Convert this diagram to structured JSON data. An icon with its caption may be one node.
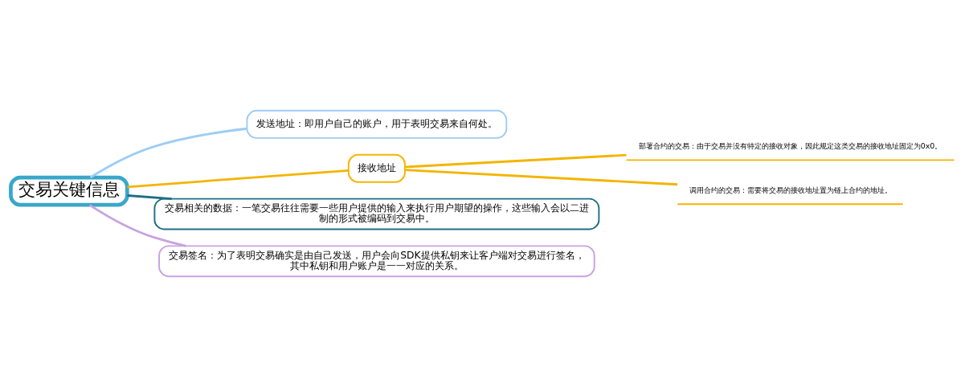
{
  "diagram": {
    "nodes": [
      {
        "text": [
          "交易关键信息"
        ]
      },
      {
        "text": [
          "发送地址：即用户自己的账户，用于表明交易来自何处。"
        ]
      },
      {
        "text": [
          "接收地址"
        ]
      },
      {
        "text": [
          "部署合约的交易：由于交易并没有特定的接收对象，因此规定这类交易的接收地址固定为0x0。"
        ]
      },
      {
        "text": [
          "调用合约的交易：需要将交易的接收地址置为链上合约的地址。"
        ]
      },
      {
        "text": [
          "交易相关的数据：一笔交易往往需要一些用户提供的输入来执行用户期望的操作，这些输入会以二进制的形式被编码到交易中。"
        ]
      },
      {
        "text": [
          "交易签名：为了表明交易确实是由自己发送，用户会向SDK提供私钥来让客户端对交易进行签名，其中私钥和用户账户是一一对应的关系。"
        ]
      }
    ],
    "edges": [
      {
        "from": 0,
        "to": 1,
        "arrow": "none",
        "color": "#9ccdf5"
      },
      {
        "from": 0,
        "to": 2,
        "arrow": "none",
        "color": "#f4b400"
      },
      {
        "from": 2,
        "to": 3,
        "arrow": "none",
        "color": "#f4b400"
      },
      {
        "from": 2,
        "to": 4,
        "arrow": "none",
        "color": "#f4b400"
      },
      {
        "from": 0,
        "to": 5,
        "arrow": "none",
        "color": "#1e6f82"
      },
      {
        "from": 0,
        "to": 6,
        "arrow": "none",
        "color": "#c9a2e0"
      }
    ]
  }
}
